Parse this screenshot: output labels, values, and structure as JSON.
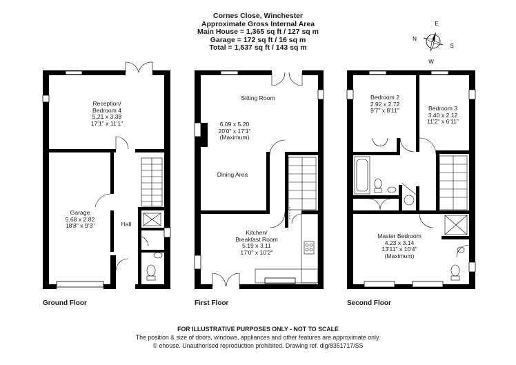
{
  "header": {
    "address": "Cornes Close, Winchester",
    "area_title": "Approximate Gross Internal Area",
    "main_house": "Main House = 1,365 sq ft / 127 sq m",
    "garage": "Garage = 172 sq ft / 16 sq m",
    "total": "Total = 1,537 sq ft / 143 sq m"
  },
  "compass": {
    "n": "N",
    "e": "E",
    "s": "S",
    "w": "W"
  },
  "floors": {
    "ground": {
      "label": "Ground Floor",
      "reception": {
        "name1": "Reception/",
        "name2": "Bedroom 4",
        "metric": "5.21 x 3.38",
        "imperial": "17'1\" x 11'1\""
      },
      "garage": {
        "name": "Garage",
        "metric": "5.68 x 2.82",
        "imperial": "18'8\" x 9'3\""
      },
      "hall": {
        "name": "Hall"
      }
    },
    "first": {
      "label": "First Floor",
      "sitting": {
        "name": "Sitting Room",
        "metric": "6.09 x 5.20",
        "imperial": "20'0\" x 17'1\"",
        "note": "(Maximum)"
      },
      "dining": {
        "name": "Dining Area"
      },
      "kitchen": {
        "name1": "Kitchen/",
        "name2": "Breakfast Room",
        "metric": "5.19 x 3.11",
        "imperial": "17'0\" x 10'2\""
      }
    },
    "second": {
      "label": "Second Floor",
      "bedroom2": {
        "name": "Bedroom 2",
        "metric": "2.92 x 2.72",
        "imperial": "9'7\" x 8'11\""
      },
      "bedroom3": {
        "name": "Bedroom 3",
        "metric": "3.40 x 2.12",
        "imperial": "11'2\" x 6'11\""
      },
      "master": {
        "name": "Master Bedroom",
        "metric": "4.23 x 3.14",
        "imperial": "13'11\" x 10'4\"",
        "note": "(Maximum)"
      }
    }
  },
  "footer": {
    "disclaimer": "FOR ILLUSTRATIVE PURPOSES ONLY - NOT TO SCALE",
    "note": "The position & size of doors, windows, appliances and other features are approximate only.",
    "copyright": "© ehouse. Unauthorised reproduction prohibited. Drawing ref. dig/8351717/SS"
  }
}
